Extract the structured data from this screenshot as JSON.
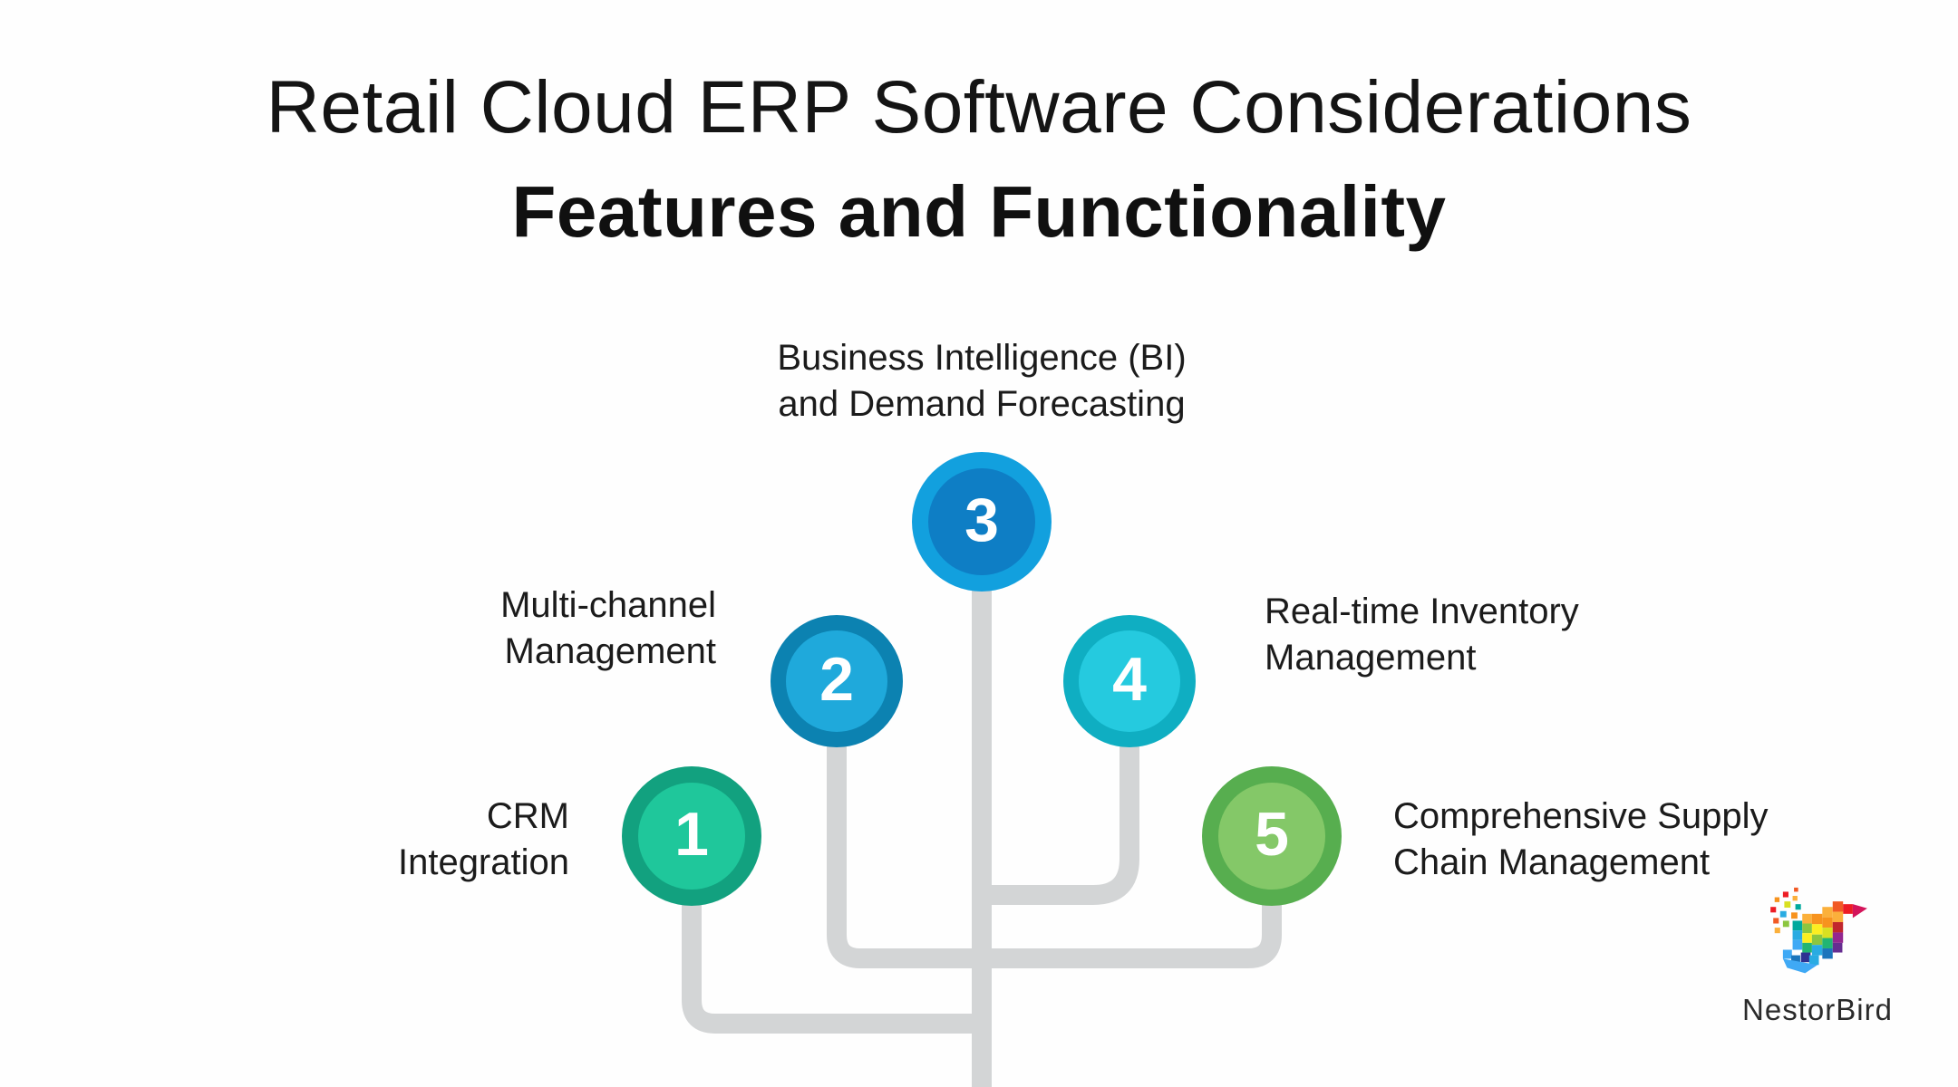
{
  "title": {
    "line1": "Retail Cloud ERP Software Considerations",
    "line2": "Features and Functionality"
  },
  "nodes": [
    {
      "number": "1",
      "label_line1": "CRM",
      "label_line2": "Integration",
      "outer_color": "#12A17F",
      "inner_color": "#1FC79B"
    },
    {
      "number": "2",
      "label_line1": "Multi-channel",
      "label_line2": "Management",
      "outer_color": "#0C82B1",
      "inner_color": "#1FA9DB"
    },
    {
      "number": "3",
      "label_line1": "Business Intelligence (BI)",
      "label_line2": "and Demand Forecasting",
      "outer_color": "#12A0DE",
      "inner_color": "#0E7EC5"
    },
    {
      "number": "4",
      "label_line1": "Real-time Inventory",
      "label_line2": "Management",
      "outer_color": "#0FAEC2",
      "inner_color": "#25CADF"
    },
    {
      "number": "5",
      "label_line1": "Comprehensive Supply",
      "label_line2": "Chain Management",
      "outer_color": "#57AE4F",
      "inner_color": "#84C868"
    }
  ],
  "connector_color": "#D3D5D6",
  "number_text_color": "#FFFFFF",
  "logo": {
    "text": "NestorBird"
  }
}
